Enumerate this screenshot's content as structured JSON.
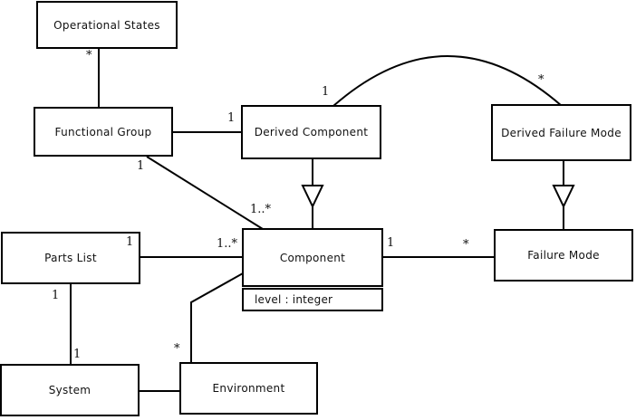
{
  "diagram": {
    "type": "uml-class-diagram",
    "classes": {
      "operational_states": {
        "name": "Operational States"
      },
      "functional_group": {
        "name": "Functional Group"
      },
      "derived_component": {
        "name": "Derived Component"
      },
      "derived_failure_mode": {
        "name": "Derived Failure Mode"
      },
      "parts_list": {
        "name": "Parts List"
      },
      "component": {
        "name": "Component",
        "attributes": [
          "level : integer"
        ]
      },
      "failure_mode": {
        "name": "Failure Mode"
      },
      "system": {
        "name": "System"
      },
      "environment": {
        "name": "Environment"
      }
    },
    "multiplicities": {
      "operational_states_end": "*",
      "functional_group_to_derived_component_end": "1",
      "functional_group_end_on_diagonal": "1",
      "component_end_from_functional_group": "1..*",
      "arc_derived_component_end": "1",
      "arc_derived_failure_mode_end": "*",
      "parts_list_end_to_component": "1",
      "component_end_from_parts_list": "1..*",
      "component_end_to_failure_mode": "1",
      "failure_mode_end": "*",
      "parts_list_end_to_system": "1",
      "system_end": "1",
      "environment_end": "*"
    },
    "colors": {
      "background": "#ffffff",
      "box_fill": "#ffffff",
      "line_stroke": "#000000",
      "text": "#111111"
    }
  }
}
